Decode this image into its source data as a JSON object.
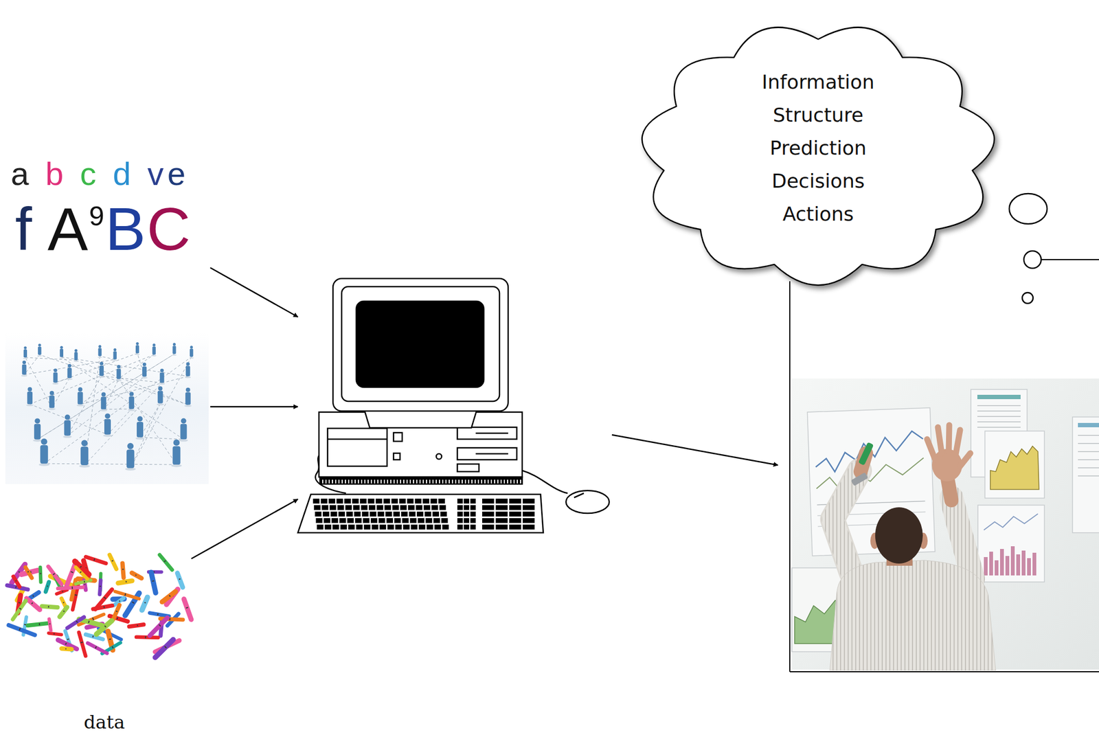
{
  "diagram": {
    "nodes": [
      {
        "text": [
          "Information",
          "Structure",
          "Prediction",
          "Decisions",
          "Actions"
        ]
      }
    ],
    "labels": [
      "a b c d ve",
      "f A9BC",
      "data"
    ]
  }
}
